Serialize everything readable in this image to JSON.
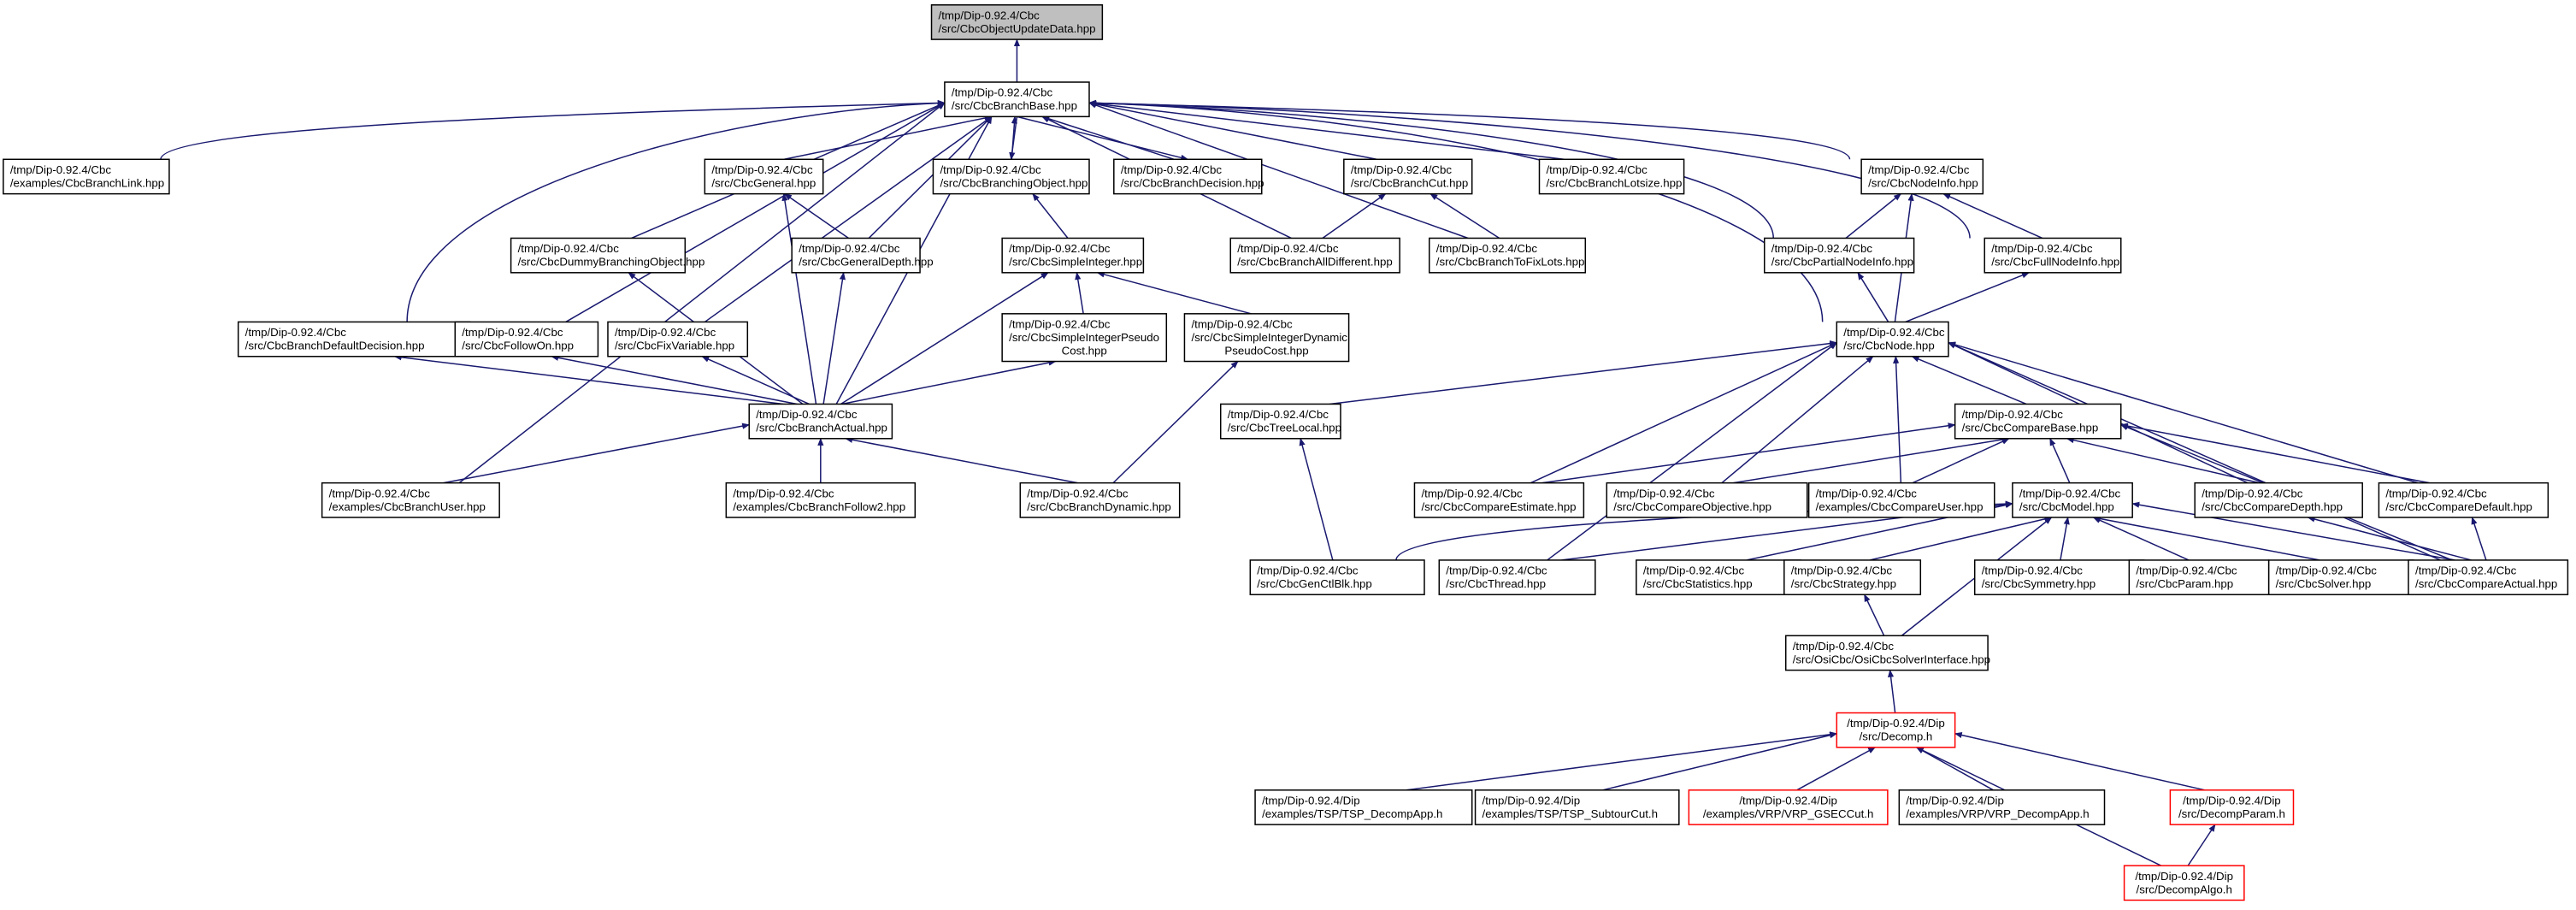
{
  "title": "Include dependency graph for CbcObjectUpdateData.hpp",
  "colors": {
    "edge": "#191970",
    "root_fill": "#bfbfbf",
    "node_border": "#000000",
    "truncated_border": "#ff0000"
  },
  "nodes": [
    {
      "id": "objupd",
      "line1": "/tmp/Dip-0.92.4/Cbc",
      "line2": "/src/CbcObjectUpdateData.hpp",
      "kind": "root"
    },
    {
      "id": "brbase",
      "line1": "/tmp/Dip-0.92.4/Cbc",
      "line2": "/src/CbcBranchBase.hpp",
      "kind": "normal"
    },
    {
      "id": "brlink",
      "line1": "/tmp/Dip-0.92.4/Cbc",
      "line2": "/examples/CbcBranchLink.hpp",
      "kind": "normal"
    },
    {
      "id": "general",
      "line1": "/tmp/Dip-0.92.4/Cbc",
      "line2": "/src/CbcGeneral.hpp",
      "kind": "normal"
    },
    {
      "id": "brobj",
      "line1": "/tmp/Dip-0.92.4/Cbc",
      "line2": "/src/CbcBranchingObject.hpp",
      "kind": "normal"
    },
    {
      "id": "brdec",
      "line1": "/tmp/Dip-0.92.4/Cbc",
      "line2": "/src/CbcBranchDecision.hpp",
      "kind": "normal"
    },
    {
      "id": "brcut",
      "line1": "/tmp/Dip-0.92.4/Cbc",
      "line2": "/src/CbcBranchCut.hpp",
      "kind": "normal"
    },
    {
      "id": "brlot",
      "line1": "/tmp/Dip-0.92.4/Cbc",
      "line2": "/src/CbcBranchLotsize.hpp",
      "kind": "normal"
    },
    {
      "id": "nodeinfo",
      "line1": "/tmp/Dip-0.92.4/Cbc",
      "line2": "/src/CbcNodeInfo.hpp",
      "kind": "normal"
    },
    {
      "id": "dummy",
      "line1": "/tmp/Dip-0.92.4/Cbc",
      "line2": "/src/CbcDummyBranchingObject.hpp",
      "kind": "normal"
    },
    {
      "id": "gendepth",
      "line1": "/tmp/Dip-0.92.4/Cbc",
      "line2": "/src/CbcGeneralDepth.hpp",
      "kind": "normal"
    },
    {
      "id": "simpint",
      "line1": "/tmp/Dip-0.92.4/Cbc",
      "line2": "/src/CbcSimpleInteger.hpp",
      "kind": "normal"
    },
    {
      "id": "alldiff",
      "line1": "/tmp/Dip-0.92.4/Cbc",
      "line2": "/src/CbcBranchAllDifferent.hpp",
      "kind": "normal"
    },
    {
      "id": "fixlots",
      "line1": "/tmp/Dip-0.92.4/Cbc",
      "line2": "/src/CbcBranchToFixLots.hpp",
      "kind": "normal"
    },
    {
      "id": "partial",
      "line1": "/tmp/Dip-0.92.4/Cbc",
      "line2": "/src/CbcPartialNodeInfo.hpp",
      "kind": "normal"
    },
    {
      "id": "fullni",
      "line1": "/tmp/Dip-0.92.4/Cbc",
      "line2": "/src/CbcFullNodeInfo.hpp",
      "kind": "normal"
    },
    {
      "id": "defdec",
      "line1": "/tmp/Dip-0.92.4/Cbc",
      "line2": "/src/CbcBranchDefaultDecision.hpp",
      "kind": "normal"
    },
    {
      "id": "followon",
      "line1": "/tmp/Dip-0.92.4/Cbc",
      "line2": "/src/CbcFollowOn.hpp",
      "kind": "normal"
    },
    {
      "id": "fixvar",
      "line1": "/tmp/Dip-0.92.4/Cbc",
      "line2": "/src/CbcFixVariable.hpp",
      "kind": "normal"
    },
    {
      "id": "sipc",
      "line1": "/tmp/Dip-0.92.4/Cbc",
      "line2": "/src/CbcSimpleIntegerPseudo",
      "line3": "Cost.hpp",
      "kind": "normal"
    },
    {
      "id": "sidpc",
      "line1": "/tmp/Dip-0.92.4/Cbc",
      "line2": "/src/CbcSimpleIntegerDynamic",
      "line3": "PseudoCost.hpp",
      "kind": "normal"
    },
    {
      "id": "cbcnode",
      "line1": "/tmp/Dip-0.92.4/Cbc",
      "line2": "/src/CbcNode.hpp",
      "kind": "normal"
    },
    {
      "id": "bractual",
      "line1": "/tmp/Dip-0.92.4/Cbc",
      "line2": "/src/CbcBranchActual.hpp",
      "kind": "normal"
    },
    {
      "id": "treelocal",
      "line1": "/tmp/Dip-0.92.4/Cbc",
      "line2": "/src/CbcTreeLocal.hpp",
      "kind": "normal"
    },
    {
      "id": "cmpbase",
      "line1": "/tmp/Dip-0.92.4/Cbc",
      "line2": "/src/CbcCompareBase.hpp",
      "kind": "normal"
    },
    {
      "id": "bruser",
      "line1": "/tmp/Dip-0.92.4/Cbc",
      "line2": "/examples/CbcBranchUser.hpp",
      "kind": "normal"
    },
    {
      "id": "brfollow2",
      "line1": "/tmp/Dip-0.92.4/Cbc",
      "line2": "/examples/CbcBranchFollow2.hpp",
      "kind": "normal"
    },
    {
      "id": "brdyn",
      "line1": "/tmp/Dip-0.92.4/Cbc",
      "line2": "/src/CbcBranchDynamic.hpp",
      "kind": "normal"
    },
    {
      "id": "cmpest",
      "line1": "/tmp/Dip-0.92.4/Cbc",
      "line2": "/src/CbcCompareEstimate.hpp",
      "kind": "normal"
    },
    {
      "id": "cmpobj",
      "line1": "/tmp/Dip-0.92.4/Cbc",
      "line2": "/src/CbcCompareObjective.hpp",
      "kind": "normal"
    },
    {
      "id": "cmpuser",
      "line1": "/tmp/Dip-0.92.4/Cbc",
      "line2": "/examples/CbcCompareUser.hpp",
      "kind": "normal"
    },
    {
      "id": "model",
      "line1": "/tmp/Dip-0.92.4/Cbc",
      "line2": "/src/CbcModel.hpp",
      "kind": "normal"
    },
    {
      "id": "cmpdepth",
      "line1": "/tmp/Dip-0.92.4/Cbc",
      "line2": "/src/CbcCompareDepth.hpp",
      "kind": "normal"
    },
    {
      "id": "cmpdef",
      "line1": "/tmp/Dip-0.92.4/Cbc",
      "line2": "/src/CbcCompareDefault.hpp",
      "kind": "normal"
    },
    {
      "id": "genctl",
      "line1": "/tmp/Dip-0.92.4/Cbc",
      "line2": "/src/CbcGenCtlBlk.hpp",
      "kind": "normal"
    },
    {
      "id": "thread",
      "line1": "/tmp/Dip-0.92.4/Cbc",
      "line2": "/src/CbcThread.hpp",
      "kind": "normal"
    },
    {
      "id": "stats",
      "line1": "/tmp/Dip-0.92.4/Cbc",
      "line2": "/src/CbcStatistics.hpp",
      "kind": "normal"
    },
    {
      "id": "strategy",
      "line1": "/tmp/Dip-0.92.4/Cbc",
      "line2": "/src/CbcStrategy.hpp",
      "kind": "normal"
    },
    {
      "id": "symmetry",
      "line1": "/tmp/Dip-0.92.4/Cbc",
      "line2": "/src/CbcSymmetry.hpp",
      "kind": "normal"
    },
    {
      "id": "param",
      "line1": "/tmp/Dip-0.92.4/Cbc",
      "line2": "/src/CbcParam.hpp",
      "kind": "normal"
    },
    {
      "id": "solver",
      "line1": "/tmp/Dip-0.92.4/Cbc",
      "line2": "/src/CbcSolver.hpp",
      "kind": "normal"
    },
    {
      "id": "cmpactual",
      "line1": "/tmp/Dip-0.92.4/Cbc",
      "line2": "/src/CbcCompareActual.hpp",
      "kind": "normal"
    },
    {
      "id": "osicbc",
      "line1": "/tmp/Dip-0.92.4/Cbc",
      "line2": "/src/OsiCbc/OsiCbcSolverInterface.hpp",
      "kind": "normal"
    },
    {
      "id": "decomp",
      "line1": "/tmp/Dip-0.92.4/Dip",
      "line2": "/src/Decomp.h",
      "kind": "truncated"
    },
    {
      "id": "tspapp",
      "line1": "/tmp/Dip-0.92.4/Dip",
      "line2": "/examples/TSP/TSP_DecompApp.h",
      "kind": "normal"
    },
    {
      "id": "tspsub",
      "line1": "/tmp/Dip-0.92.4/Dip",
      "line2": "/examples/TSP/TSP_SubtourCut.h",
      "kind": "normal"
    },
    {
      "id": "vrpgsec",
      "line1": "/tmp/Dip-0.92.4/Dip",
      "line2": "/examples/VRP/VRP_GSECCut.h",
      "kind": "truncated"
    },
    {
      "id": "vrpapp",
      "line1": "/tmp/Dip-0.92.4/Dip",
      "line2": "/examples/VRP/VRP_DecompApp.h",
      "kind": "normal"
    },
    {
      "id": "dparam",
      "line1": "/tmp/Dip-0.92.4/Dip",
      "line2": "/src/DecompParam.h",
      "kind": "truncated"
    },
    {
      "id": "dalgo",
      "line1": "/tmp/Dip-0.92.4/Dip",
      "line2": "/src/DecompAlgo.h",
      "kind": "truncated"
    }
  ],
  "edges": [
    [
      "brbase",
      "objupd"
    ],
    [
      "brlink",
      "brbase"
    ],
    [
      "general",
      "brbase"
    ],
    [
      "brobj",
      "brbase"
    ],
    [
      "brbase",
      "brobj"
    ],
    [
      "brdec",
      "brbase"
    ],
    [
      "brbase",
      "brdec"
    ],
    [
      "brcut",
      "brbase"
    ],
    [
      "brlot",
      "brbase"
    ],
    [
      "nodeinfo",
      "brbase"
    ],
    [
      "dummy",
      "brbase"
    ],
    [
      "gendepth",
      "brbase"
    ],
    [
      "alldiff",
      "brbase"
    ],
    [
      "fixlots",
      "brbase"
    ],
    [
      "partial",
      "brbase"
    ],
    [
      "fullni",
      "brbase"
    ],
    [
      "defdec",
      "brbase"
    ],
    [
      "followon",
      "brbase"
    ],
    [
      "fixvar",
      "brbase"
    ],
    [
      "cbcnode",
      "brbase"
    ],
    [
      "bractual",
      "brbase"
    ],
    [
      "bruser",
      "brbase"
    ],
    [
      "gendepth",
      "general"
    ],
    [
      "bractual",
      "general"
    ],
    [
      "simpint",
      "brobj"
    ],
    [
      "alldiff",
      "brcut"
    ],
    [
      "fixlots",
      "brcut"
    ],
    [
      "partial",
      "nodeinfo"
    ],
    [
      "fullni",
      "nodeinfo"
    ],
    [
      "cbcnode",
      "nodeinfo"
    ],
    [
      "bractual",
      "dummy"
    ],
    [
      "bractual",
      "gendepth"
    ],
    [
      "bractual",
      "simpint"
    ],
    [
      "sipc",
      "simpint"
    ],
    [
      "sidpc",
      "simpint"
    ],
    [
      "cbcnode",
      "partial"
    ],
    [
      "cbcnode",
      "fullni"
    ],
    [
      "bractual",
      "defdec"
    ],
    [
      "bractual",
      "followon"
    ],
    [
      "bractual",
      "fixvar"
    ],
    [
      "bractual",
      "sipc"
    ],
    [
      "brdyn",
      "sidpc"
    ],
    [
      "treelocal",
      "cbcnode"
    ],
    [
      "thread",
      "cbcnode"
    ],
    [
      "cmpest",
      "cbcnode"
    ],
    [
      "cmpobj",
      "cbcnode"
    ],
    [
      "cmpuser",
      "cbcnode"
    ],
    [
      "cmpbase",
      "cbcnode"
    ],
    [
      "cmpdepth",
      "cbcnode"
    ],
    [
      "cmpdef",
      "cbcnode"
    ],
    [
      "cmpactual",
      "cbcnode"
    ],
    [
      "bruser",
      "bractual"
    ],
    [
      "brfollow2",
      "bractual"
    ],
    [
      "brdyn",
      "bractual"
    ],
    [
      "genctl",
      "treelocal"
    ],
    [
      "cmpest",
      "cmpbase"
    ],
    [
      "cmpobj",
      "cmpbase"
    ],
    [
      "cmpuser",
      "cmpbase"
    ],
    [
      "model",
      "cmpbase"
    ],
    [
      "cmpdepth",
      "cmpbase"
    ],
    [
      "cmpdef",
      "cmpbase"
    ],
    [
      "cmpactual",
      "cmpbase"
    ],
    [
      "genctl",
      "model"
    ],
    [
      "thread",
      "model"
    ],
    [
      "stats",
      "model"
    ],
    [
      "strategy",
      "model"
    ],
    [
      "symmetry",
      "model"
    ],
    [
      "param",
      "model"
    ],
    [
      "solver",
      "model"
    ],
    [
      "cmpactual",
      "model"
    ],
    [
      "osicbc",
      "model"
    ],
    [
      "cmpactual",
      "cmpdepth"
    ],
    [
      "cmpactual",
      "cmpdef"
    ],
    [
      "osicbc",
      "strategy"
    ],
    [
      "decomp",
      "osicbc"
    ],
    [
      "tspapp",
      "decomp"
    ],
    [
      "tspsub",
      "decomp"
    ],
    [
      "vrpgsec",
      "decomp"
    ],
    [
      "vrpapp",
      "decomp"
    ],
    [
      "dparam",
      "decomp"
    ],
    [
      "dalgo",
      "decomp"
    ],
    [
      "dalgo",
      "dparam"
    ]
  ]
}
